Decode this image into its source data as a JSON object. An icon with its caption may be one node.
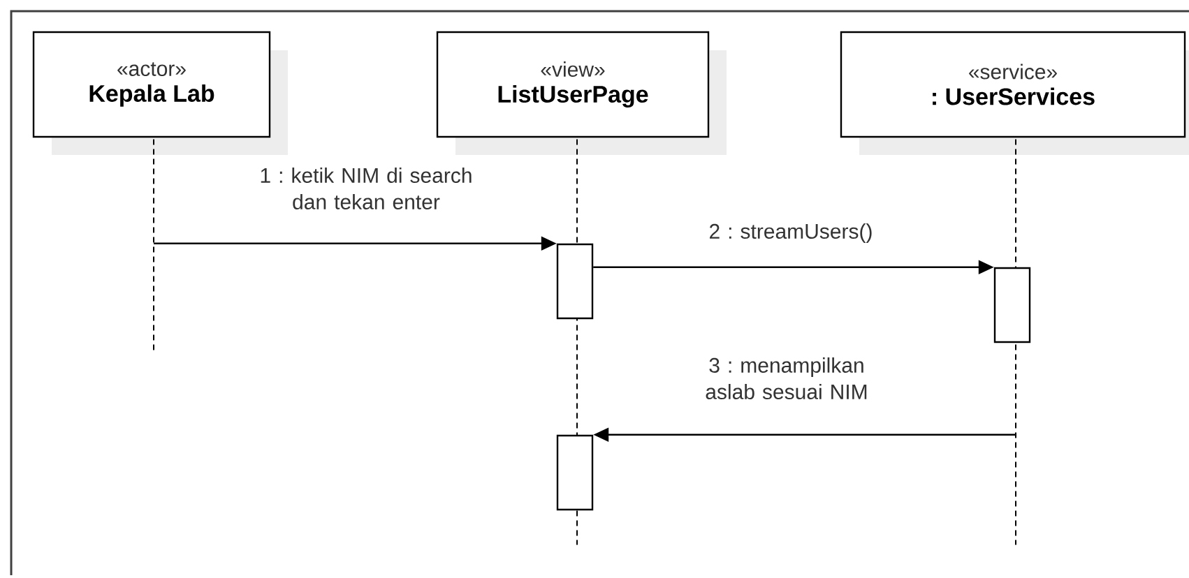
{
  "diagram": {
    "nodes": [
      {
        "text": [
          "«actor»",
          "Kepala Lab"
        ]
      },
      {
        "text": [
          "«view»",
          "ListUserPage"
        ]
      },
      {
        "text": [
          "«service»",
          ": UserServices"
        ]
      },
      {
        "text": [],
        "shape": "line"
      },
      {
        "text": [],
        "shape": "line"
      },
      {
        "text": [],
        "shape": "line"
      },
      {
        "text": [],
        "shape": "bar"
      },
      {
        "text": [],
        "shape": "bar"
      },
      {
        "text": [],
        "shape": "bar"
      }
    ],
    "edges": [
      {
        "from": 3,
        "to": 6,
        "arrow": "to",
        "label": "1 : ketik NIM di search dan tekan enter"
      },
      {
        "from": 6,
        "to": 7,
        "arrow": "to",
        "label": "2 : streamUsers()"
      },
      {
        "from": 5,
        "to": 8,
        "arrow": "to",
        "label": "3 : menampilkan aslab sesuai NIM"
      }
    ]
  }
}
